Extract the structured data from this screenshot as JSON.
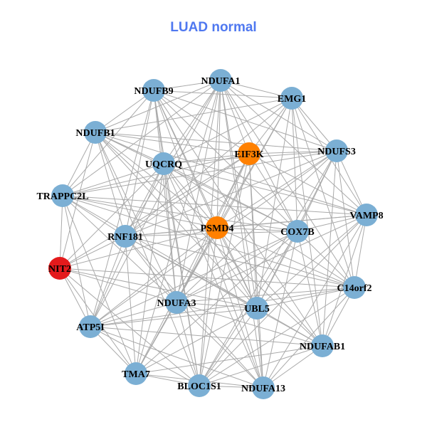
{
  "title": "LUAD normal",
  "colors": {
    "default": "#7bafd4",
    "orange": "#ff8000",
    "red": "#e41a1c",
    "edge": "#aaaaaa"
  },
  "nodes": [
    {
      "label": "NDUFA1",
      "color": "default"
    },
    {
      "label": "NDUFB9",
      "color": "default"
    },
    {
      "label": "EMG1",
      "color": "default"
    },
    {
      "label": "NDUFB1",
      "color": "default"
    },
    {
      "label": "UQCRQ",
      "color": "default"
    },
    {
      "label": "EIF3K",
      "color": "orange"
    },
    {
      "label": "NDUFS3",
      "color": "default"
    },
    {
      "label": "TRAPPC2L",
      "color": "default"
    },
    {
      "label": "VAMP8",
      "color": "default"
    },
    {
      "label": "PSMD4",
      "color": "orange"
    },
    {
      "label": "COX7B",
      "color": "default"
    },
    {
      "label": "RNF181",
      "color": "default"
    },
    {
      "label": "NIT2",
      "color": "red"
    },
    {
      "label": "C14orf2",
      "color": "default"
    },
    {
      "label": "NDUFA3",
      "color": "default"
    },
    {
      "label": "UBL5",
      "color": "default"
    },
    {
      "label": "ATP5I",
      "color": "default"
    },
    {
      "label": "NDUFAB1",
      "color": "default"
    },
    {
      "label": "TMA7",
      "color": "default"
    },
    {
      "label": "BLOC1S1",
      "color": "default"
    },
    {
      "label": "NDUFA13",
      "color": "default"
    }
  ],
  "adjacency": {
    "0": [
      1,
      2,
      3,
      4,
      5,
      6,
      7,
      8,
      9,
      10,
      11,
      13,
      14,
      15,
      16,
      18,
      19,
      20
    ],
    "1": [
      2,
      3,
      4,
      5,
      6,
      7,
      9,
      10,
      11,
      14,
      15,
      16,
      17,
      19,
      20
    ],
    "2": [
      3,
      4,
      5,
      6,
      8,
      9,
      10,
      11,
      13,
      14,
      15,
      17
    ],
    "3": [
      4,
      5,
      6,
      7,
      8,
      9,
      10,
      11,
      12,
      14,
      15,
      17,
      19
    ],
    "4": [
      5,
      6,
      7,
      8,
      9,
      10,
      11,
      12,
      13,
      14,
      15,
      16,
      18,
      19,
      20
    ],
    "5": [
      6,
      7,
      8,
      9,
      10,
      11,
      12,
      14,
      15,
      18,
      19,
      20
    ],
    "6": [
      7,
      8,
      9,
      10,
      11,
      13,
      14,
      15,
      16,
      17,
      19
    ],
    "7": [
      8,
      9,
      10,
      11,
      12,
      13,
      14,
      15,
      16,
      18
    ],
    "8": [
      9,
      10,
      11,
      13,
      14,
      15,
      17,
      19,
      20
    ],
    "9": [
      10,
      11,
      12,
      13,
      14,
      15,
      16,
      17,
      18,
      19,
      20
    ],
    "10": [
      11,
      13,
      14,
      15,
      16,
      17,
      18,
      19,
      20
    ],
    "11": [
      12,
      13,
      14,
      15,
      16,
      17,
      18,
      20
    ],
    "12": [
      13,
      14,
      15,
      16,
      18,
      19
    ],
    "13": [
      14,
      15,
      16,
      17,
      19,
      20
    ],
    "14": [
      15,
      16,
      17,
      18,
      19,
      20
    ],
    "15": [
      16,
      17,
      18,
      19,
      20
    ],
    "16": [
      17,
      18,
      19,
      20
    ],
    "17": [
      18,
      19,
      20
    ],
    "18": [
      19,
      20
    ],
    "19": [
      20
    ]
  }
}
